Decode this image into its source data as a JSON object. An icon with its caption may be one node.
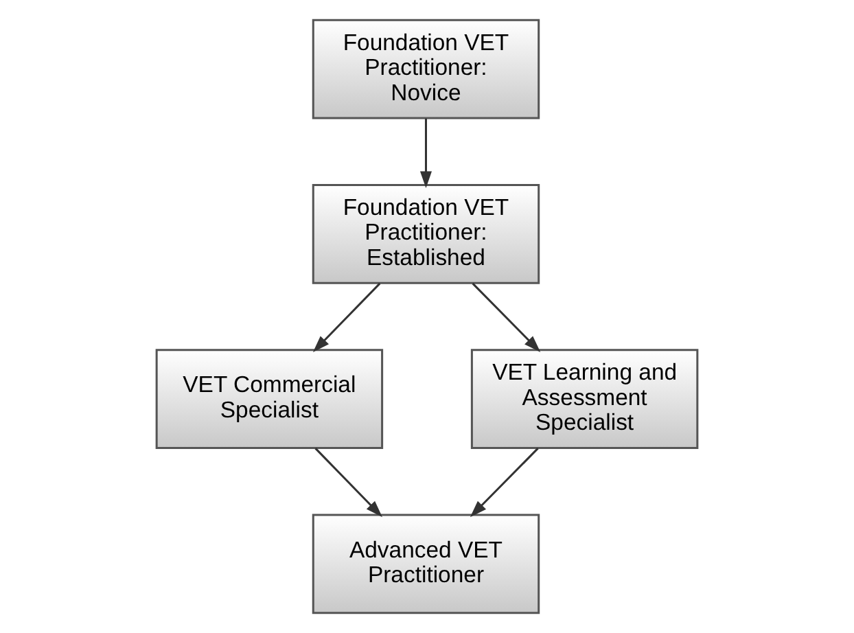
{
  "diagram": {
    "nodes": [
      {
        "text": [
          "Foundation VET Practitioner: Novice"
        ]
      },
      {
        "text": [
          "Foundation VET Practitioner: Established"
        ]
      },
      {
        "text": [
          "VET Commercial Specialist"
        ]
      },
      {
        "text": [
          "VET Learning and Assessment Specialist"
        ]
      },
      {
        "text": [
          "Advanced VET Practitioner"
        ]
      }
    ],
    "edges": [
      {
        "from": 0,
        "to": 1,
        "arrow": "to"
      },
      {
        "from": 1,
        "to": 2,
        "arrow": "to"
      },
      {
        "from": 1,
        "to": 3,
        "arrow": "to"
      },
      {
        "from": 2,
        "to": 4,
        "arrow": "to"
      },
      {
        "from": 3,
        "to": 4,
        "arrow": "to"
      }
    ]
  }
}
